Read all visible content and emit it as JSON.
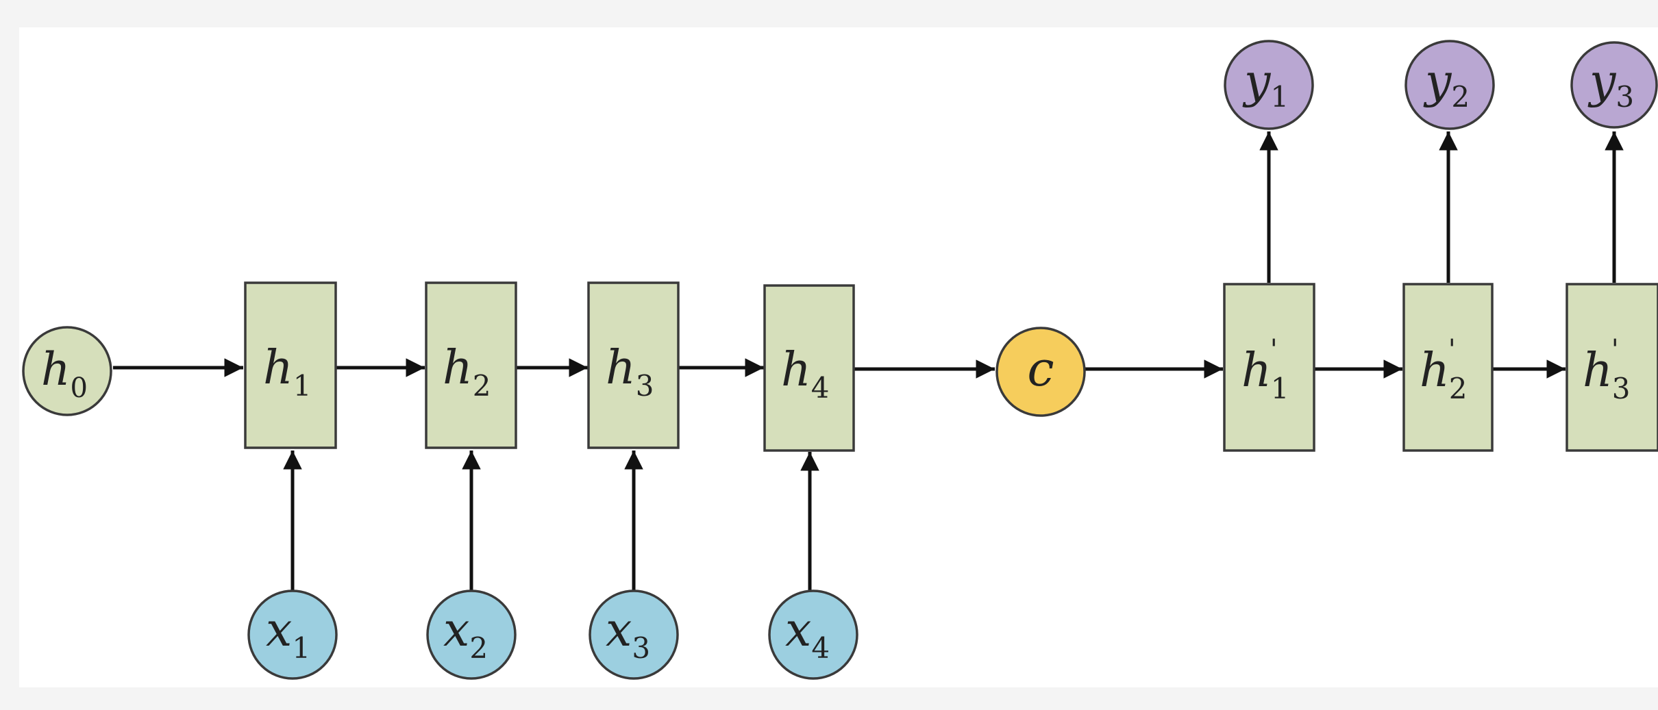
{
  "diagram": {
    "initial_state": {
      "base": "h",
      "sub": "0"
    },
    "encoder_states": [
      {
        "base": "h",
        "sub": "1"
      },
      {
        "base": "h",
        "sub": "2"
      },
      {
        "base": "h",
        "sub": "3"
      },
      {
        "base": "h",
        "sub": "4"
      }
    ],
    "inputs": [
      {
        "base": "x",
        "sub": "1"
      },
      {
        "base": "x",
        "sub": "2"
      },
      {
        "base": "x",
        "sub": "3"
      },
      {
        "base": "x",
        "sub": "4"
      }
    ],
    "context": {
      "label": "c"
    },
    "decoder_states": [
      {
        "base": "h",
        "prime": "'",
        "sub": "1"
      },
      {
        "base": "h",
        "prime": "'",
        "sub": "2"
      },
      {
        "base": "h",
        "prime": "'",
        "sub": "3"
      }
    ],
    "outputs": [
      {
        "base": "y",
        "sub": "1"
      },
      {
        "base": "y",
        "sub": "2"
      },
      {
        "base": "y",
        "sub": "3"
      }
    ]
  },
  "colors": {
    "state_box": "#d6dfbb",
    "initial_node": "#d6dfbb",
    "input_node": "#9ccfe0",
    "context_node": "#f6cd5c",
    "output_node": "#b9a7d2",
    "stroke": "#3a3a3a",
    "edge": "#111111"
  }
}
